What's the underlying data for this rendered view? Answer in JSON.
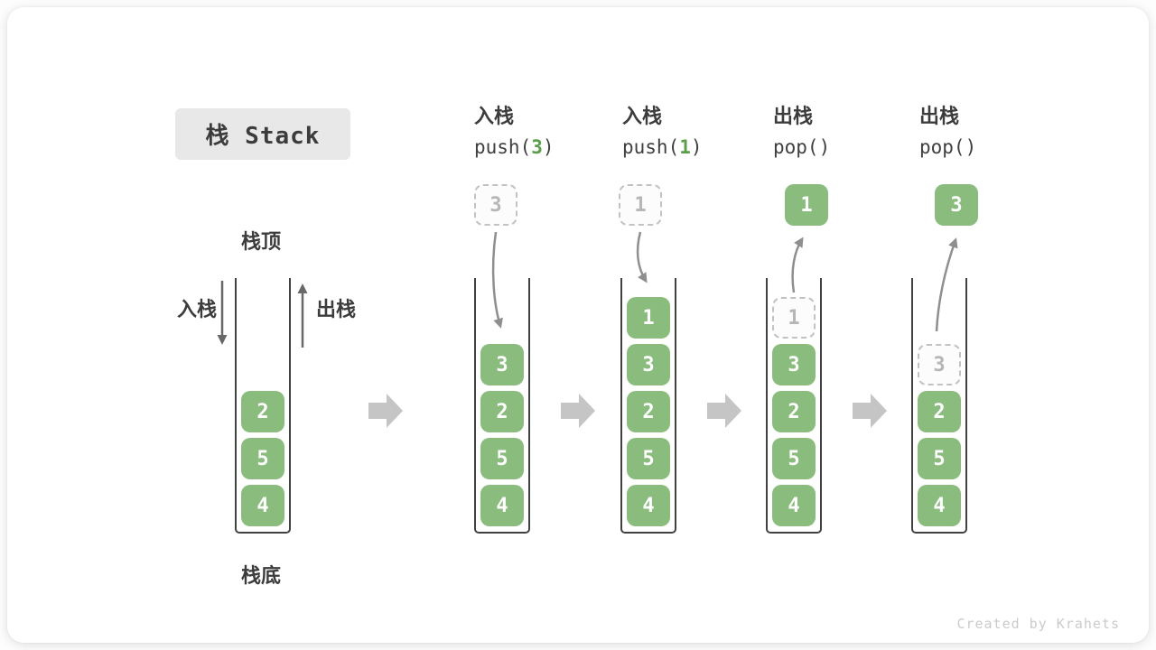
{
  "title": "栈 Stack",
  "footer": "Created by Krahets",
  "side_labels": {
    "stack_top": "栈顶",
    "stack_bottom": "栈底",
    "push": "入栈",
    "pop": "出栈"
  },
  "operations": [
    {
      "action": "入栈",
      "code_prefix": "push(",
      "code_arg": "3",
      "code_suffix": ")"
    },
    {
      "action": "入栈",
      "code_prefix": "push(",
      "code_arg": "1",
      "code_suffix": ")"
    },
    {
      "action": "出栈",
      "code_prefix": "pop(",
      "code_arg": "",
      "code_suffix": ")"
    },
    {
      "action": "出栈",
      "code_prefix": "pop(",
      "code_arg": "",
      "code_suffix": ")"
    }
  ],
  "stacks": [
    {
      "cells": [
        "2",
        "5",
        "4"
      ]
    },
    {
      "floating": "3",
      "cells": [
        "3",
        "2",
        "5",
        "4"
      ]
    },
    {
      "floating": "1",
      "cells": [
        "1",
        "3",
        "2",
        "5",
        "4"
      ]
    },
    {
      "floating": "1",
      "cells": [
        "1",
        "3",
        "2",
        "5",
        "4"
      ]
    },
    {
      "floating": "3",
      "cells": [
        "3",
        "2",
        "5",
        "4"
      ]
    }
  ],
  "colors": {
    "cell_green": "#8ABD7D",
    "arg_green": "#5AA04B",
    "ghost_border": "#C2C2C2",
    "wall": "#414141",
    "arrow_gray": "#8F8F8F",
    "block_arrow": "#C5C5C5",
    "title_bg": "#E8E8E8"
  }
}
